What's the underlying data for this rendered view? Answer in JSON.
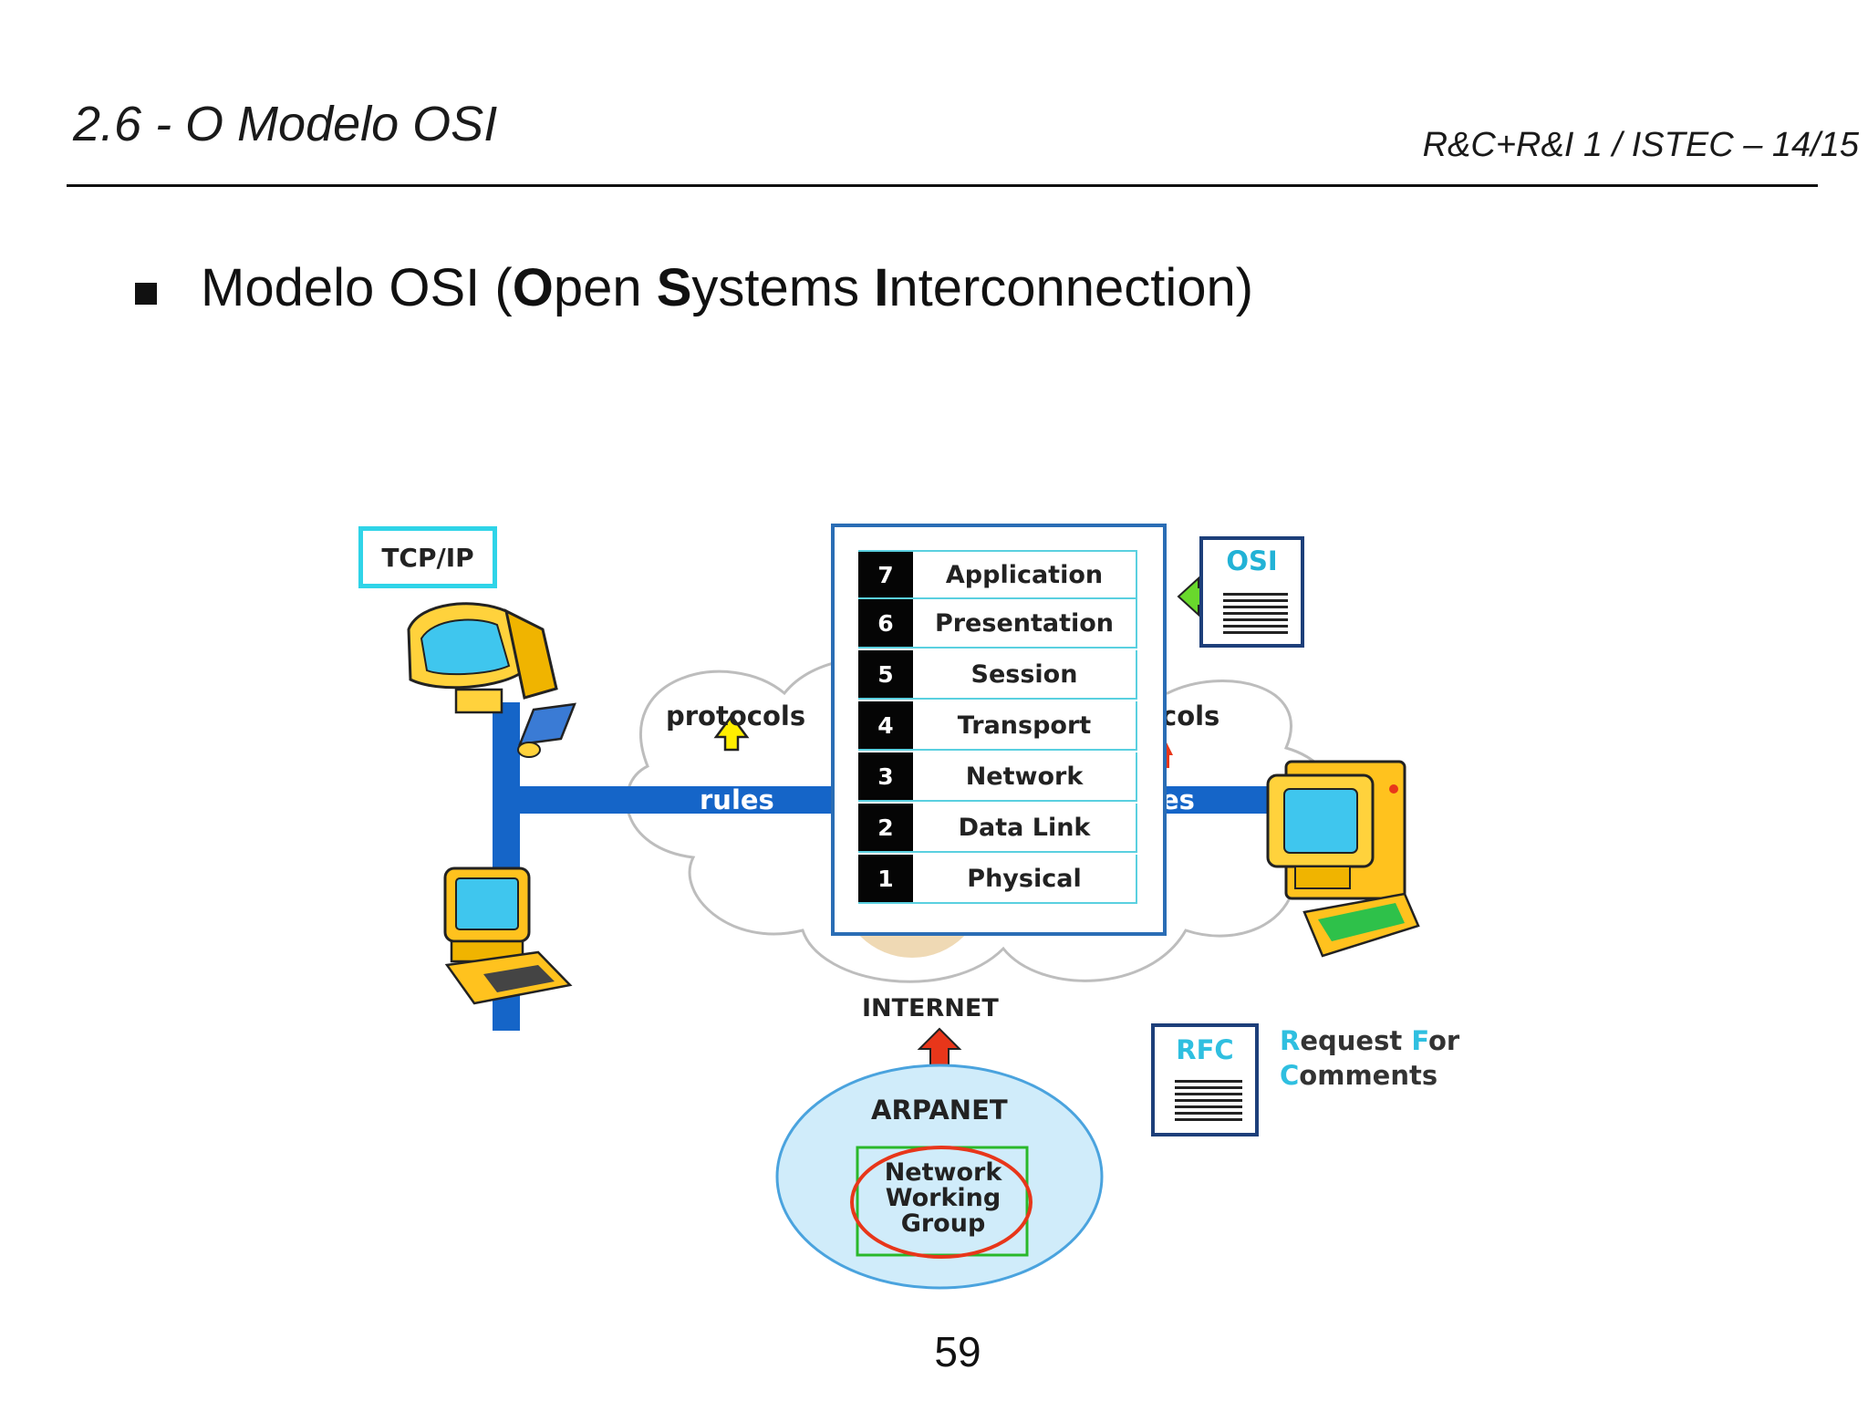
{
  "header": {
    "title": "2.6 - O Modelo OSI",
    "course_ref": "R&C+R&I 1 / ISTEC – 14/15"
  },
  "bullet": {
    "pre": "Modelo OSI (",
    "o": "O",
    "pen": "pen ",
    "s": "S",
    "ystems": "ystems ",
    "i": "I",
    "nterconnection": "nterconnection)"
  },
  "diagram": {
    "tcpip_label": "TCP/IP",
    "protocols_left": "protocols",
    "rules_left": "rules",
    "protocols_right": "cols",
    "rules_right": "es",
    "internet_label": "INTERNET",
    "arpanet_label": "ARPANET",
    "nwg_line1": "Network",
    "nwg_line2": "Working",
    "nwg_line3": "Group",
    "osi_doc_title": "OSI",
    "rfc_doc_title": "RFC",
    "rfc_caption": {
      "r": "R",
      "equest": "equest ",
      "f": "F",
      "or": "or",
      "c": "C",
      "omments": "omments"
    },
    "osi_layers": [
      {
        "num": "7",
        "name": "Application"
      },
      {
        "num": "6",
        "name": "Presentation"
      },
      {
        "num": "5",
        "name": "Session"
      },
      {
        "num": "4",
        "name": "Transport"
      },
      {
        "num": "3",
        "name": "Network"
      },
      {
        "num": "2",
        "name": "Data Link"
      },
      {
        "num": "1",
        "name": "Physical"
      }
    ],
    "colors": {
      "cyan": "#2fd4e8",
      "blue_bar": "#1565c8",
      "yellow_arrow": "#ffee00",
      "red_arrow": "#e8361a",
      "green_arrow": "#69d82c"
    }
  },
  "footer": {
    "page_number": "59"
  }
}
